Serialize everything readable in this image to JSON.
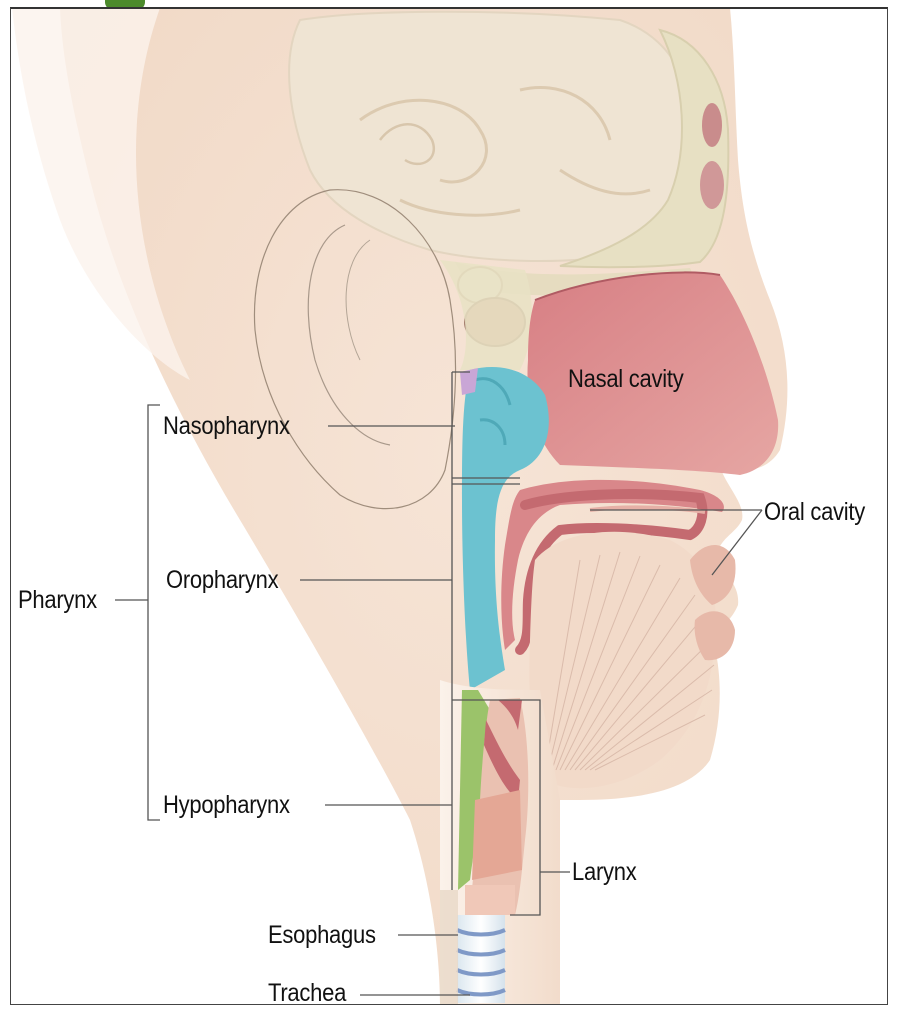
{
  "labels": {
    "nasal_cavity": "Nasal cavity",
    "nasopharynx": "Nasopharynx",
    "oral_cavity": "Oral cavity",
    "pharynx": "Pharynx",
    "oropharynx": "Oropharynx",
    "hypopharynx": "Hypopharynx",
    "larynx": "Larynx",
    "esophagus": "Esophagus",
    "trachea": "Trachea"
  },
  "colors": {
    "background": "#ffffff",
    "skin": "#f3dcc9",
    "nasal_tissue": "#d9878a",
    "airway_blue": "#6cc2d0",
    "mucosa_green": "#9bc36a",
    "brain": "#efe4d3",
    "leader_line": "#555555",
    "accent": "#4c8a2b"
  }
}
